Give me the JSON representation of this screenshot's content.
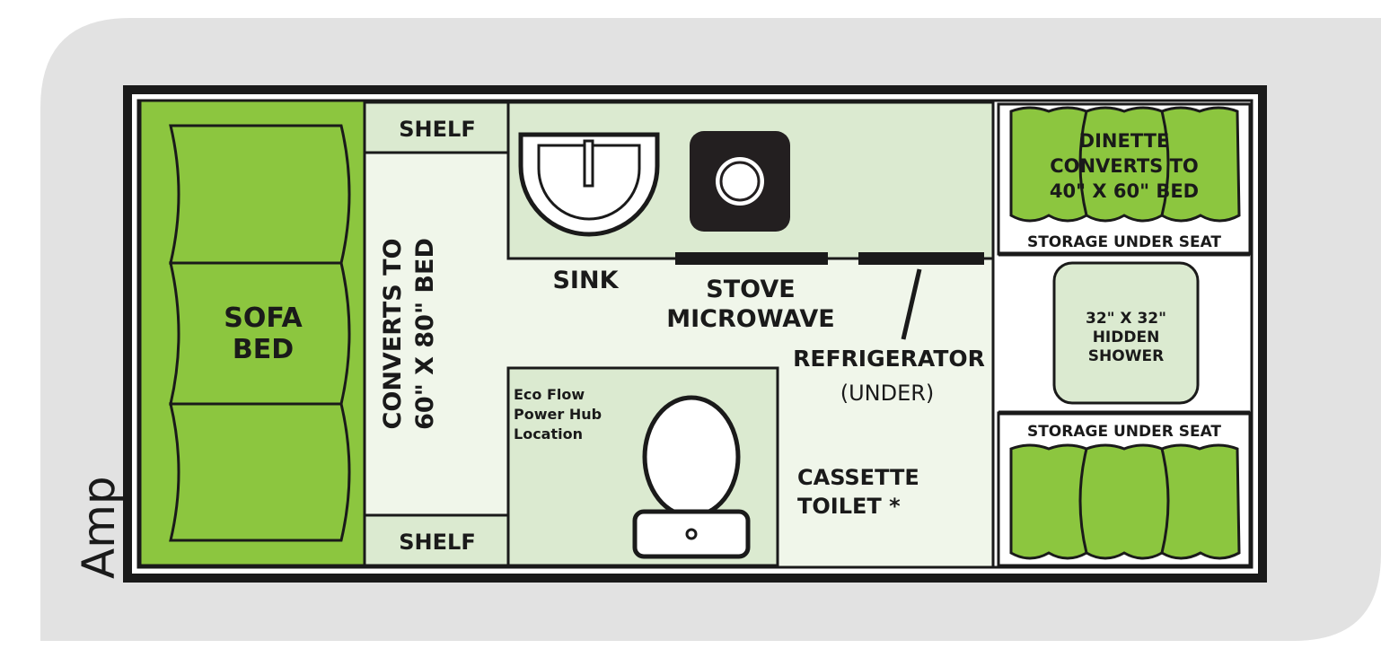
{
  "model_name": "Amp",
  "labels": {
    "shelf_top": "SHELF",
    "shelf_bottom": "SHELF",
    "sofa_line1": "SOFA",
    "sofa_line2": "BED",
    "sofa_converts_line1": "CONVERTS TO",
    "sofa_converts_line2": "60\" X 80\" BED",
    "sink": "SINK",
    "stove_line1": "STOVE",
    "stove_line2": "MICROWAVE",
    "refrigerator_line1": "REFRIGERATOR",
    "refrigerator_line2": "(UNDER)",
    "powerhub_line1": "Eco Flow",
    "powerhub_line2": "Power Hub",
    "powerhub_line3": "Location",
    "toilet_line1": "CASSETTE",
    "toilet_line2": "TOILET *",
    "dinette_line1": "DINETTE",
    "dinette_line2": "CONVERTS TO",
    "dinette_line3": "40\" X 60\" BED",
    "storage_top": "STORAGE UNDER SEAT",
    "storage_bottom": "STORAGE UNDER SEAT",
    "shower_line1": "32\" X 32\"",
    "shower_line2": "HIDDEN",
    "shower_line3": "SHOWER"
  },
  "colors": {
    "background": "#e2e2e2",
    "floor": "#f0f6ea",
    "counter": "#dbead0",
    "cushion": "#8cc63f",
    "outline": "#1a1a1a",
    "stove": "#231f20"
  }
}
